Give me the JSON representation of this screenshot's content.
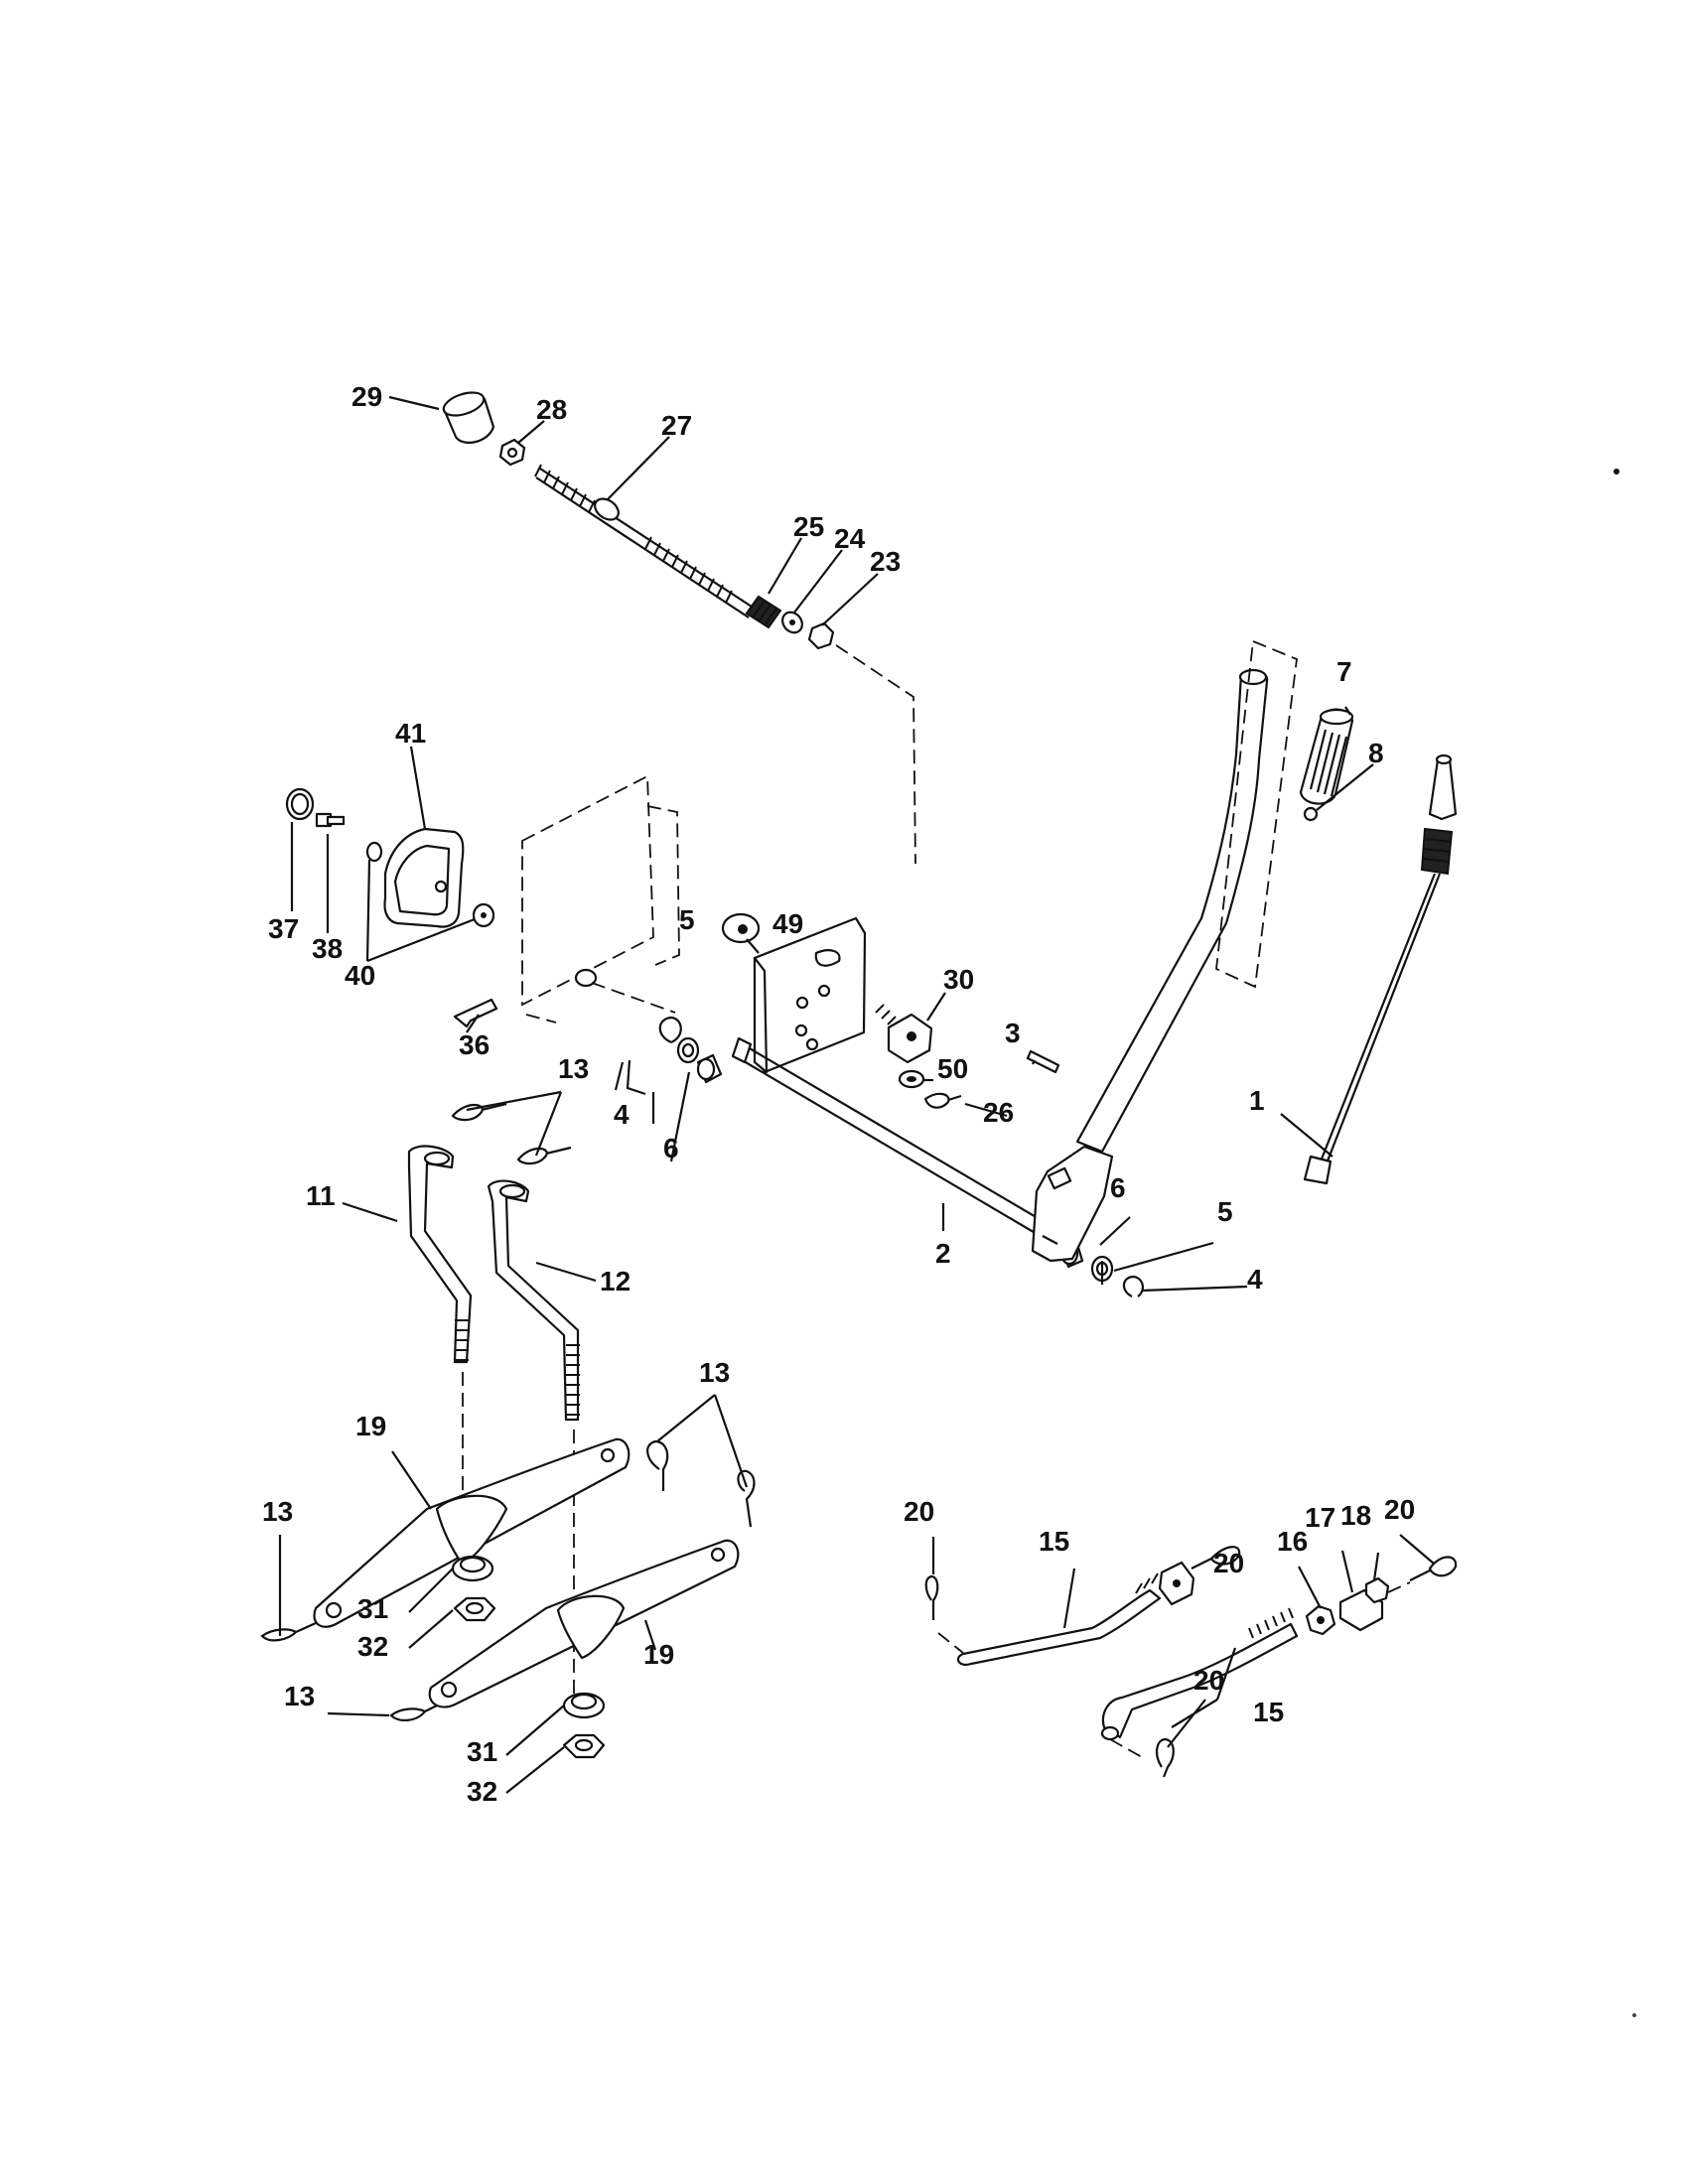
{
  "labels": {
    "l1": "1",
    "l2": "2",
    "l3": "3",
    "l4a": "4",
    "l4b": "4",
    "l5a": "5",
    "l5b": "5",
    "l6a": "6",
    "l6b": "6",
    "l7": "7",
    "l8": "8",
    "l11": "11",
    "l12": "12",
    "l13a": "13",
    "l13b": "13",
    "l13c": "13",
    "l13d": "13",
    "l15a": "15",
    "l15b": "15",
    "l16": "16",
    "l17": "17",
    "l18": "18",
    "l19a": "19",
    "l19b": "19",
    "l20a": "20",
    "l20b": "20",
    "l20c": "20",
    "l20d": "20",
    "l23": "23",
    "l24": "24",
    "l25": "25",
    "l26": "26",
    "l27": "27",
    "l28": "28",
    "l29": "29",
    "l30": "30",
    "l31a": "31",
    "l31b": "31",
    "l32a": "32",
    "l32b": "32",
    "l36": "36",
    "l37": "37",
    "l38": "38",
    "l40": "40",
    "l41": "41",
    "l49": "49",
    "l50": "50"
  }
}
